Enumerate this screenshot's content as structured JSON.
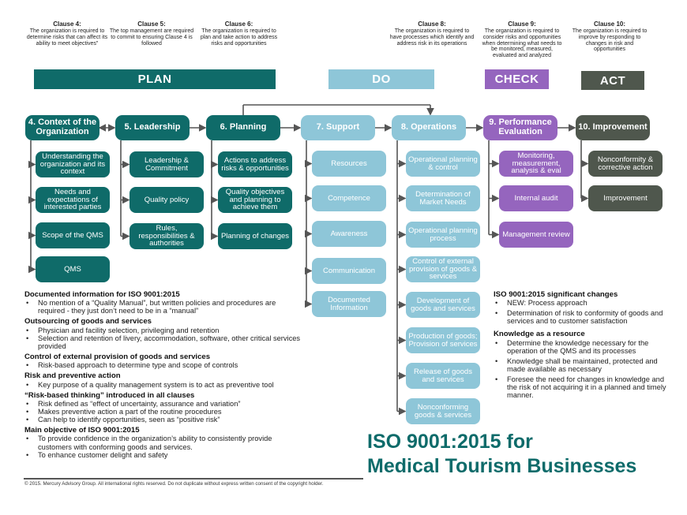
{
  "colors": {
    "plan": "#0f6b69",
    "do": "#8ec6d8",
    "check": "#9565be",
    "act": "#4f574d",
    "line": "#555555"
  },
  "clauses": [
    {
      "title": "Clause 4:",
      "text": "The organization is required to determine risks that can affect its ability to meet objectives\""
    },
    {
      "title": "Clause 5:",
      "text": "The top management are required to commit to ensuring Clause 4 is followed"
    },
    {
      "title": "Clause 6:",
      "text": "The organization is required to plan and take action to address risks and opportunities"
    },
    {
      "title": "Clause 8:",
      "text": "The organization is required to have processes which identify and address risk in its operations"
    },
    {
      "title": "Clause 9:",
      "text": "The organization is required to consider risks and opportunities when determining what needs to be monitored, measured, evaluated and analyzed"
    },
    {
      "title": "Clause 10:",
      "text": "The organization is required to improve by responding to changes in risk and opportunities"
    }
  ],
  "phases": {
    "plan": "PLAN",
    "do": "DO",
    "check": "CHECK",
    "act": "ACT"
  },
  "columns": [
    {
      "header": "4. Context of the Organization",
      "phase": "plan",
      "items": [
        "Understanding the organization and its context",
        "Needs and expectations of interested parties",
        "Scope of the QMS",
        "QMS"
      ]
    },
    {
      "header": "5. Leadership",
      "phase": "plan",
      "items": [
        "Leadership & Commitment",
        "Quality policy",
        "Rules, responsibilities & authorities"
      ]
    },
    {
      "header": "6. Planning",
      "phase": "plan",
      "items": [
        "Actions to address risks & opportunities",
        "Quality objectives and planning to achieve them",
        "Planning of changes"
      ]
    },
    {
      "header": "7. Support",
      "phase": "do",
      "items": [
        "Resources",
        "Competence",
        "Awareness",
        "Communication",
        "Documented Information"
      ]
    },
    {
      "header": "8. Operations",
      "phase": "do",
      "items": [
        "Operational planning & control",
        "Determination of Market Needs",
        "Operational planning process",
        "Control of external provision of goods & services",
        "Development of goods and services",
        "Production of goods; Provision of services",
        "Release of goods and services",
        "Nonconforming goods & services"
      ]
    },
    {
      "header": "9. Performance Evaluation",
      "phase": "check",
      "items": [
        "Monitoring, measurement, analysis & eval",
        "Internal audit",
        "Management review"
      ]
    },
    {
      "header": "10. Improvement",
      "phase": "act",
      "items": [
        "Nonconformity & corrective action",
        "Improvement"
      ]
    }
  ],
  "left_notes": [
    {
      "heading": "Documented information for ISO 9001:2015",
      "bullets": [
        "No mention of a “Quality Manual”, but written policies and procedures are required - they just don’t need to be in a “manual”"
      ]
    },
    {
      "heading": "Outsourcing of goods and services",
      "bullets": [
        "Physician and facility selection, privileging and retention",
        "Selection and retention of livery, accommodation, software, other critical services provided"
      ]
    },
    {
      "heading": "Control of external provision of goods and services",
      "bullets": [
        "Risk-based approach to determine type and scope of controls"
      ]
    },
    {
      "heading": "Risk and preventive action",
      "bullets": [
        "Key purpose of a quality management system is to act as preventive tool"
      ]
    },
    {
      "heading": "“Risk-based thinking” introduced in all clauses",
      "bullets": [
        "Risk defined as “effect of uncertainty, assurance and variation”",
        "Makes preventive action a part of the routine procedures",
        "Can help to identify opportunities, seen as “positive risk”"
      ]
    },
    {
      "heading": "Main objective of ISO 9001:2015",
      "bullets": [
        "To provide confidence in the organization’s ability to consistently provide customers with conforming goods and services.",
        "To enhance customer delight and safety"
      ]
    }
  ],
  "right_notes": [
    {
      "heading": "ISO 9001:2015 significant changes",
      "bullets": [
        "NEW: Process approach",
        "Determination of risk to conformity of goods and services and to customer satisfaction"
      ]
    },
    {
      "heading": "Knowledge as a resource",
      "bullets": [
        "Determine the knowledge necessary for the operation of the QMS and its processes",
        "Knowledge shall be maintained, protected and made available as necessary",
        "Foresee the need for changes in knowledge and the risk of not acquiring it in a planned and timely manner."
      ]
    }
  ],
  "title": {
    "line1": "ISO 9001:2015 for",
    "line2": "Medical Tourism Businesses"
  },
  "copyright": "© 2015. Mercury Advisory Group. All international rights reserved. Do not duplicate without express written consent of the copyright holder."
}
